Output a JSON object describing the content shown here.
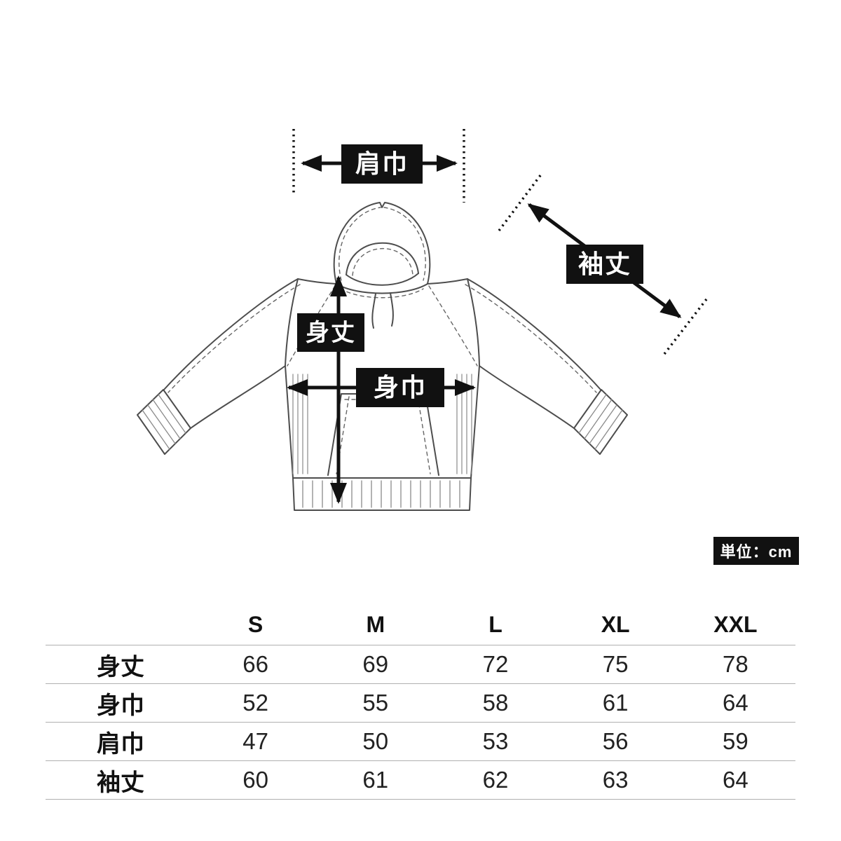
{
  "diagram": {
    "labels": {
      "shoulder_width": "肩巾",
      "sleeve_length": "袖丈",
      "body_length": "身丈",
      "body_width": "身巾"
    },
    "unit_badge": "単位：cm"
  },
  "size_table": {
    "columns": [
      "S",
      "M",
      "L",
      "XL",
      "XXL"
    ],
    "rows": [
      {
        "label": "身丈",
        "values": [
          66,
          69,
          72,
          75,
          78
        ]
      },
      {
        "label": "身巾",
        "values": [
          52,
          55,
          58,
          61,
          64
        ]
      },
      {
        "label": "肩巾",
        "values": [
          47,
          50,
          53,
          56,
          59
        ]
      },
      {
        "label": "袖丈",
        "values": [
          60,
          61,
          62,
          63,
          64
        ]
      }
    ]
  }
}
